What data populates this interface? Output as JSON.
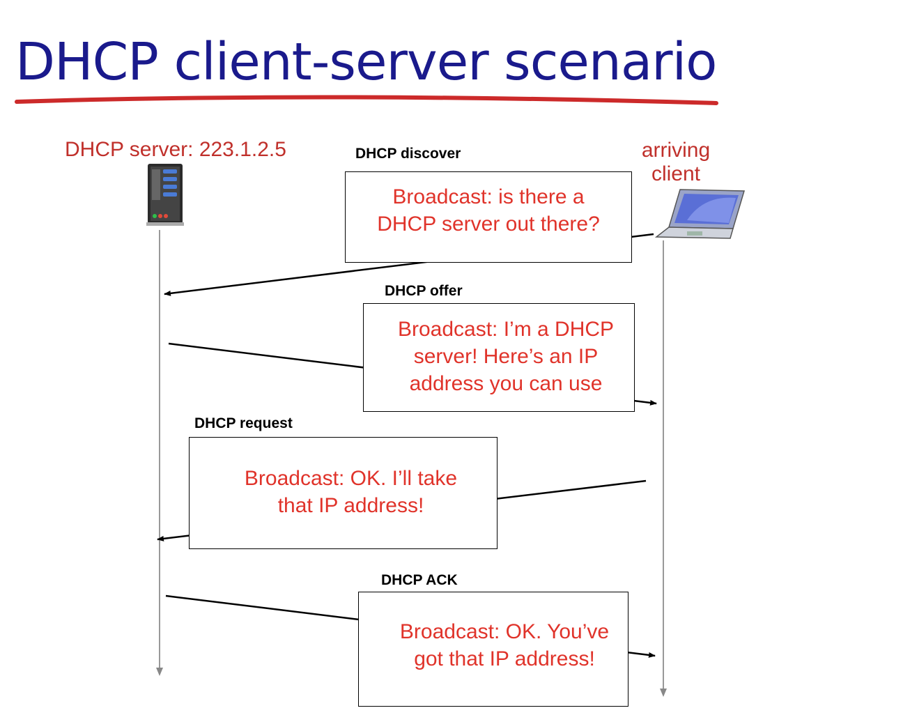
{
  "title": "DHCP client-server scenario",
  "colors": {
    "title": "#1a1a8c",
    "underline": "#cc2a2a",
    "node_label": "#c0302b",
    "message_text": "#e0332a",
    "timeline": "#999999"
  },
  "server": {
    "label": "DHCP server: 223.1.2.5",
    "icon": "server-icon"
  },
  "client": {
    "label_line1": "arriving",
    "label_line2": "client",
    "icon": "laptop-icon"
  },
  "messages": [
    {
      "name": "DHCP discover",
      "direction": "client-to-server",
      "text_line1": "Broadcast: is there a",
      "text_line2": "DHCP server out there?"
    },
    {
      "name": "DHCP offer",
      "direction": "server-to-client",
      "text_line1": "Broadcast: I’m a DHCP",
      "text_line2": "server! Here’s an IP",
      "text_line3": "address you can use"
    },
    {
      "name": "DHCP request",
      "direction": "client-to-server",
      "text_line1": "Broadcast: OK.  I’ll take",
      "text_line2": "that IP address!"
    },
    {
      "name": "DHCP ACK",
      "direction": "server-to-client",
      "text_line1": "Broadcast: OK.  You’ve",
      "text_line2": "got that IP address!"
    }
  ]
}
